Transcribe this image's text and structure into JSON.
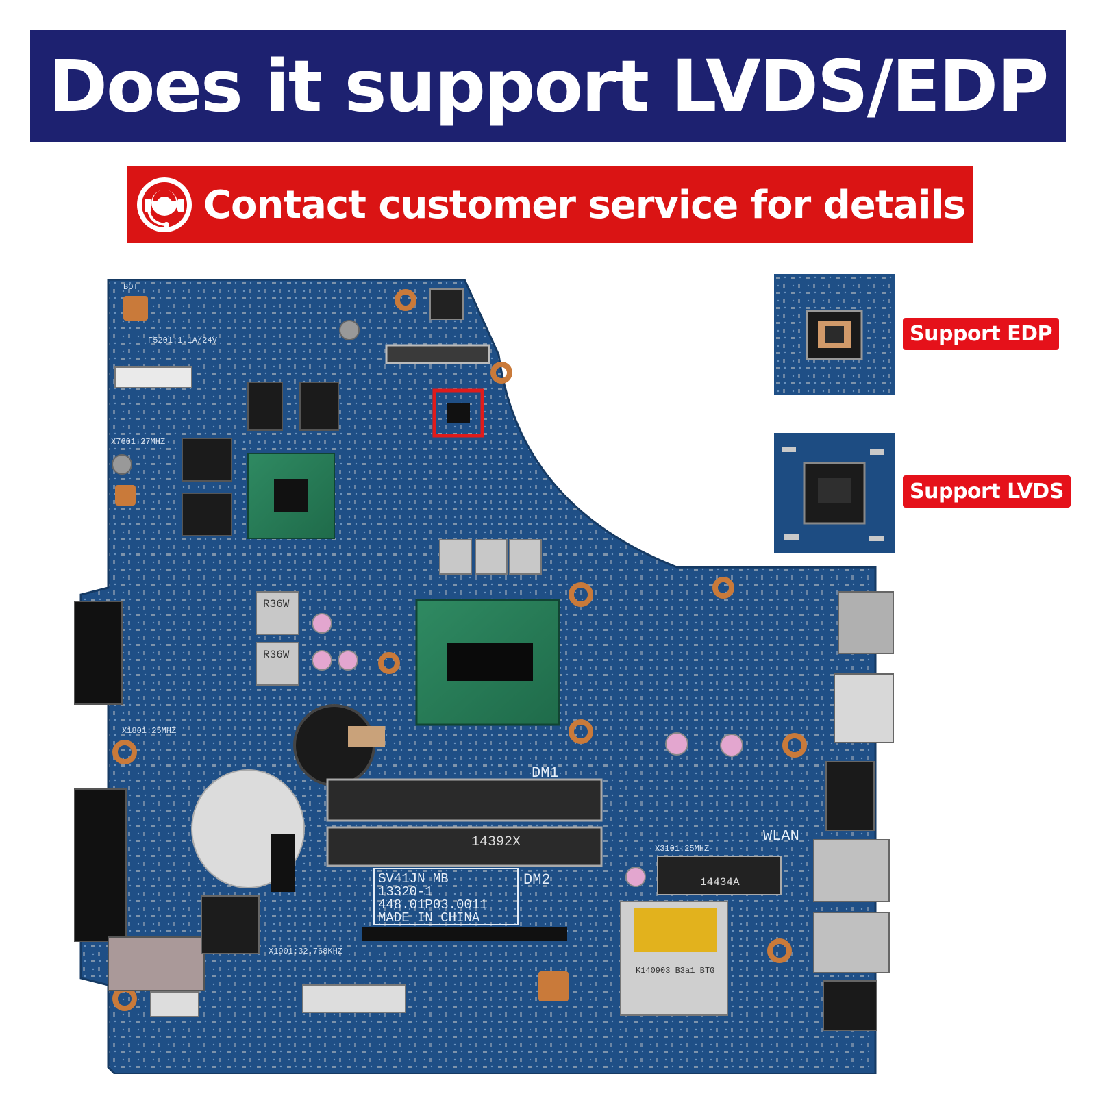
{
  "banner": {
    "title": "Does it support LVDS/EDP"
  },
  "contact": {
    "text": "Contact customer service for details"
  },
  "callouts": {
    "edp_label": "Support EDP",
    "lvds_label": "Support LVDS"
  },
  "board": {
    "labels": {
      "model": "SV41JN MB",
      "code1": "13320-1",
      "code2": "448.01P03.0011",
      "origin": "MADE IN CHINA",
      "dm1": "DM1",
      "dm2": "DM2",
      "wlan": "WLAN",
      "fuse": "F5201:1.1A/24V",
      "x7601": "X7601:27MHZ",
      "x1801": "X1801:25MHZ",
      "x1901": "X1901:32.768KHZ",
      "x3101": "X3101:25MHZ",
      "card": "K140903 B3a1 BTG",
      "ram_code": "14392X",
      "wlan_code": "14434A",
      "choke1": "R36W",
      "choke2": "R36W",
      "bot": "BOT"
    }
  },
  "colors": {
    "banner": "#1d2170",
    "contact": "#da1414",
    "pcb": "#1f4f86",
    "badge": "#e5111a",
    "highlight": "#e01b1b"
  },
  "icons": {
    "contact": "headset-icon"
  }
}
